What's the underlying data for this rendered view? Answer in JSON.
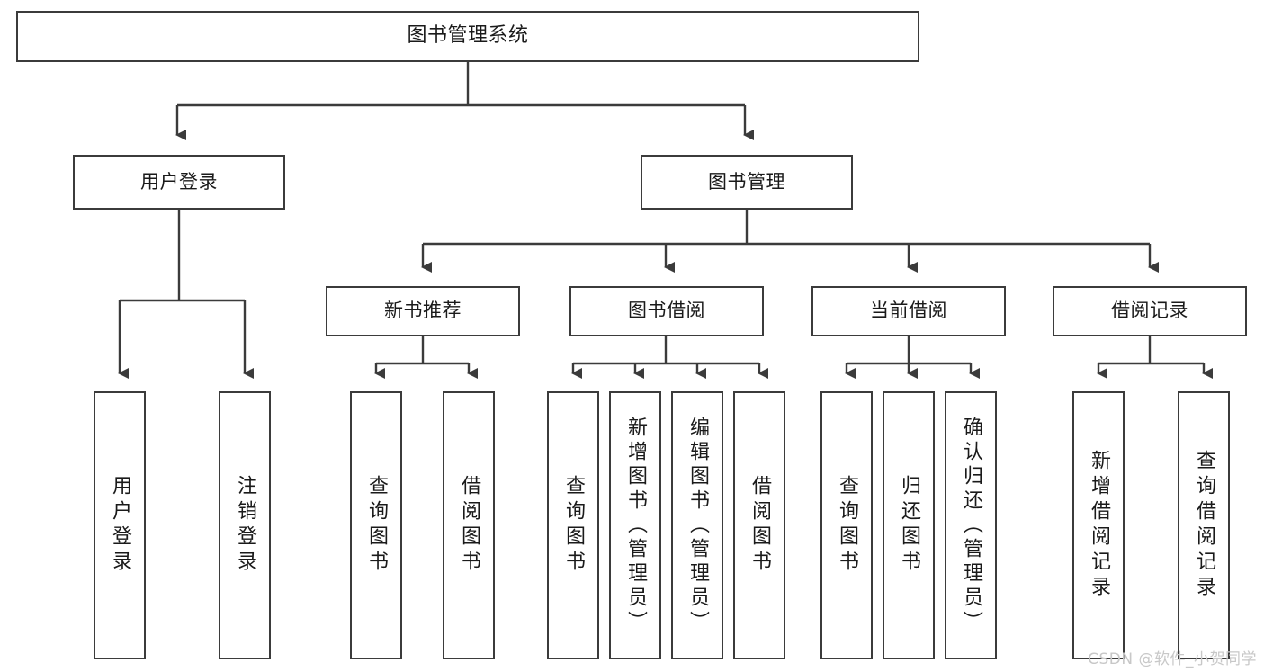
{
  "diagram": {
    "type": "tree",
    "title": "图书管理系统",
    "orientation": "top-down",
    "line_color": "#3b3b3b",
    "box_fill": "#ffffff",
    "text_color": "#1a1a1a",
    "root": {
      "label": "图书管理系统"
    },
    "level2": [
      {
        "label": "用户登录"
      },
      {
        "label": "图书管理"
      }
    ],
    "level3": [
      {
        "label": "新书推荐"
      },
      {
        "label": "图书借阅"
      },
      {
        "label": "当前借阅"
      },
      {
        "label": "借阅记录"
      }
    ],
    "leaves": [
      {
        "label": "用户登录",
        "parent": "用户登录"
      },
      {
        "label": "注销登录",
        "parent": "用户登录"
      },
      {
        "label": "查询图书",
        "parent": "新书推荐"
      },
      {
        "label": "借阅图书",
        "parent": "新书推荐"
      },
      {
        "label": "查询图书",
        "parent": "图书借阅"
      },
      {
        "label": "新增图书（管理员）",
        "parent": "图书借阅"
      },
      {
        "label": "编辑图书（管理员）",
        "parent": "图书借阅"
      },
      {
        "label": "借阅图书",
        "parent": "图书借阅"
      },
      {
        "label": "查询图书",
        "parent": "当前借阅"
      },
      {
        "label": "归还图书",
        "parent": "当前借阅"
      },
      {
        "label": "确认归还（管理员）",
        "parent": "当前借阅"
      },
      {
        "label": "新增借阅记录",
        "parent": "借阅记录"
      },
      {
        "label": "查询借阅记录",
        "parent": "借阅记录"
      }
    ]
  },
  "watermark": {
    "text": "CSDN @软件_小贺同学",
    "color": "#c8c8c8"
  }
}
